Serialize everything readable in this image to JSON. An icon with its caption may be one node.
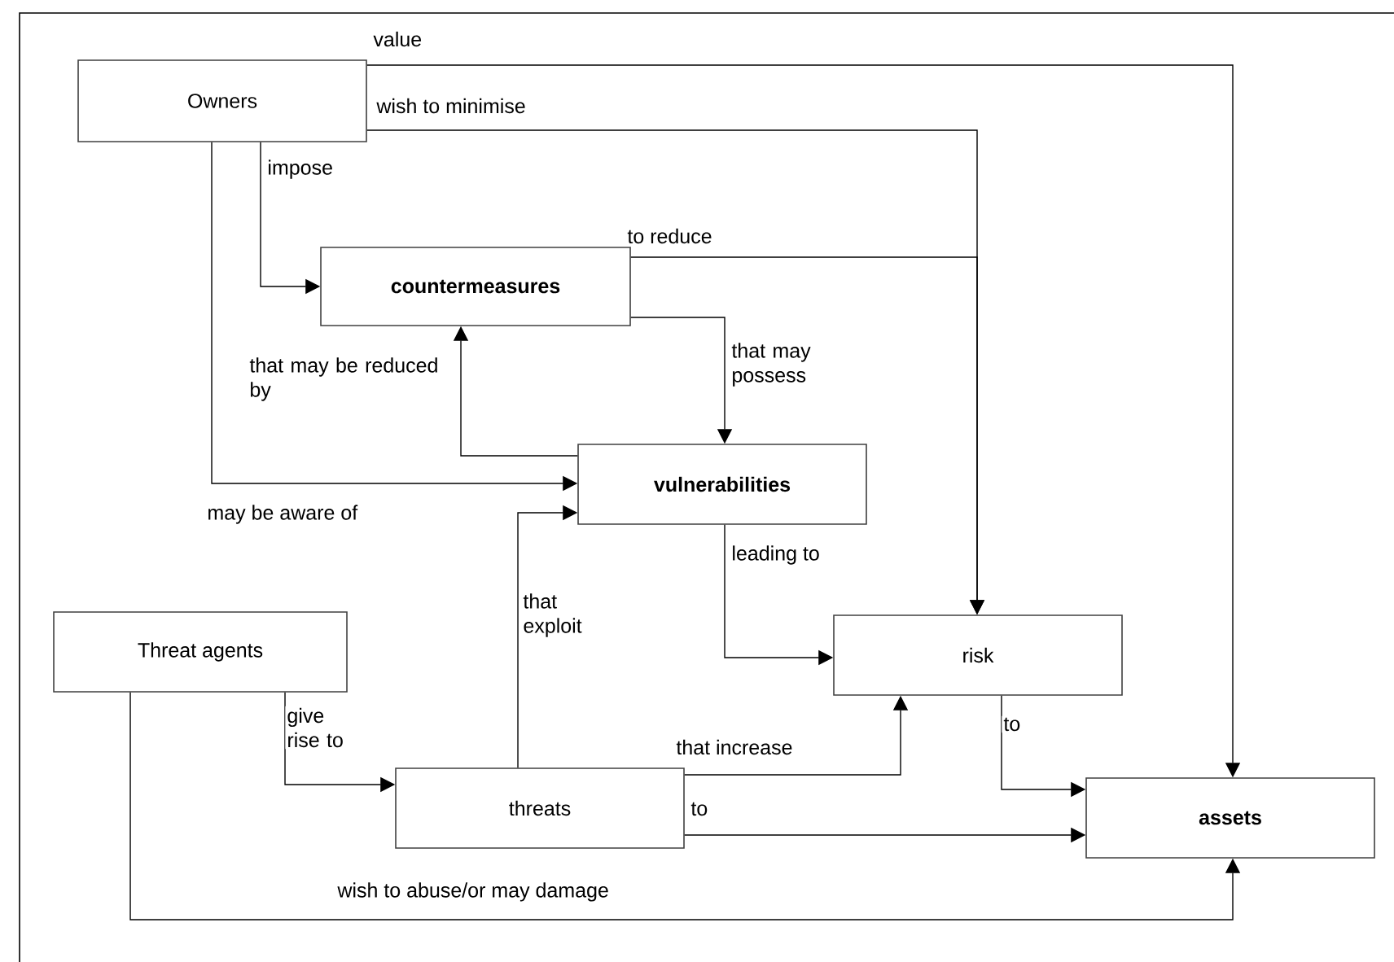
{
  "diagram": {
    "nodes": [
      {
        "text": [
          "Owners"
        ]
      },
      {
        "text": [
          "countermeasures"
        ]
      },
      {
        "text": [
          "vulnerabilities"
        ]
      },
      {
        "text": [
          "Threat agents"
        ]
      },
      {
        "text": [
          "risk"
        ]
      },
      {
        "text": [
          "threats"
        ]
      },
      {
        "text": [
          "assets"
        ]
      }
    ],
    "edges": [
      {
        "from": 0,
        "to": 6,
        "arrow": "to",
        "label": "value"
      },
      {
        "from": 0,
        "to": 4,
        "arrow": "to",
        "label": "wish to minimise"
      },
      {
        "from": 1,
        "to": 4,
        "arrow": "to",
        "label": "to reduce"
      },
      {
        "from": 0,
        "to": 1,
        "arrow": "to",
        "label": "impose"
      },
      {
        "from": 0,
        "to": 2,
        "arrow": "to",
        "label": "may be aware of"
      },
      {
        "from": 1,
        "to": 2,
        "arrow": "to",
        "label": "that may possess"
      },
      {
        "from": 2,
        "to": 1,
        "arrow": "to",
        "label": "that may be reduced by"
      },
      {
        "from": 2,
        "to": 4,
        "arrow": "to",
        "label": "leading to"
      },
      {
        "from": 3,
        "to": 5,
        "arrow": "to",
        "label": "give rise to"
      },
      {
        "from": 5,
        "to": 2,
        "arrow": "to",
        "label": "that exploit"
      },
      {
        "from": 5,
        "to": 4,
        "arrow": "to",
        "label": "that increase"
      },
      {
        "from": 5,
        "to": 6,
        "arrow": "to",
        "label": "to"
      },
      {
        "from": 4,
        "to": 6,
        "arrow": "to",
        "label": "to"
      },
      {
        "from": 3,
        "to": 6,
        "arrow": "to",
        "label": "wish to abuse/or may damage"
      }
    ]
  }
}
